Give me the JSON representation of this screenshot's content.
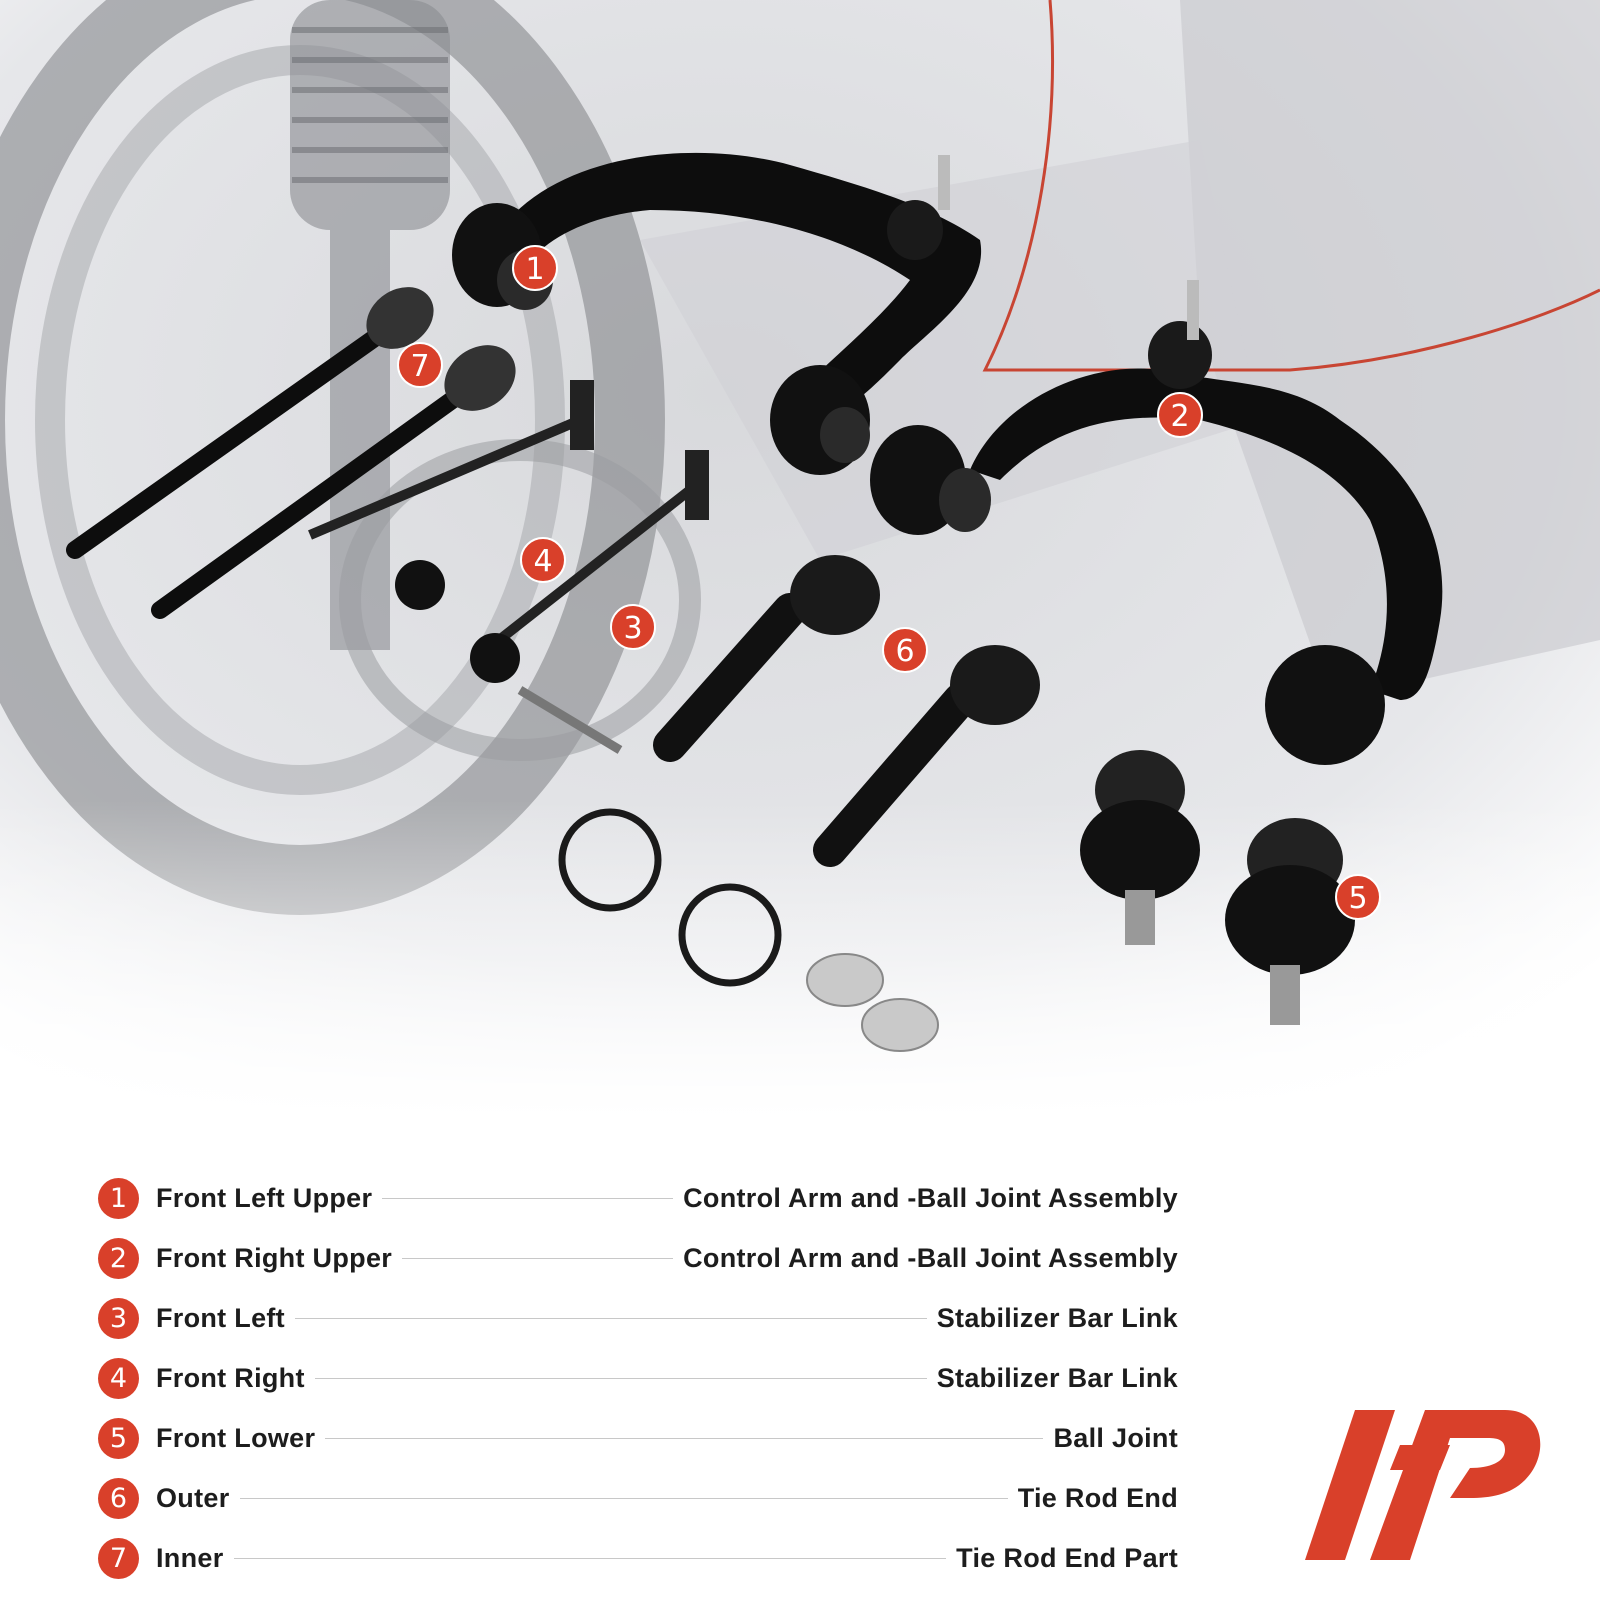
{
  "colors": {
    "accent": "#d9402a",
    "text": "#1d1d1d",
    "rule": "#c8c8c8"
  },
  "callouts": [
    {
      "num": "1",
      "label": "Front Left Upper",
      "part": "Control Arm and -Ball Joint Assembly"
    },
    {
      "num": "2",
      "label": "Front Right Upper",
      "part": "Control Arm and -Ball Joint Assembly"
    },
    {
      "num": "3",
      "label": "Front Left",
      "part": "Stabilizer Bar Link"
    },
    {
      "num": "4",
      "label": "Front Right",
      "part": "Stabilizer Bar Link"
    },
    {
      "num": "5",
      "label": "Front Lower",
      "part": "Ball Joint"
    },
    {
      "num": "6",
      "label": "Outer",
      "part": "Tie Rod End"
    },
    {
      "num": "7",
      "label": "Inner",
      "part": "Tie Rod End Part"
    }
  ],
  "icons": {
    "logo": "a-premium-logo"
  }
}
